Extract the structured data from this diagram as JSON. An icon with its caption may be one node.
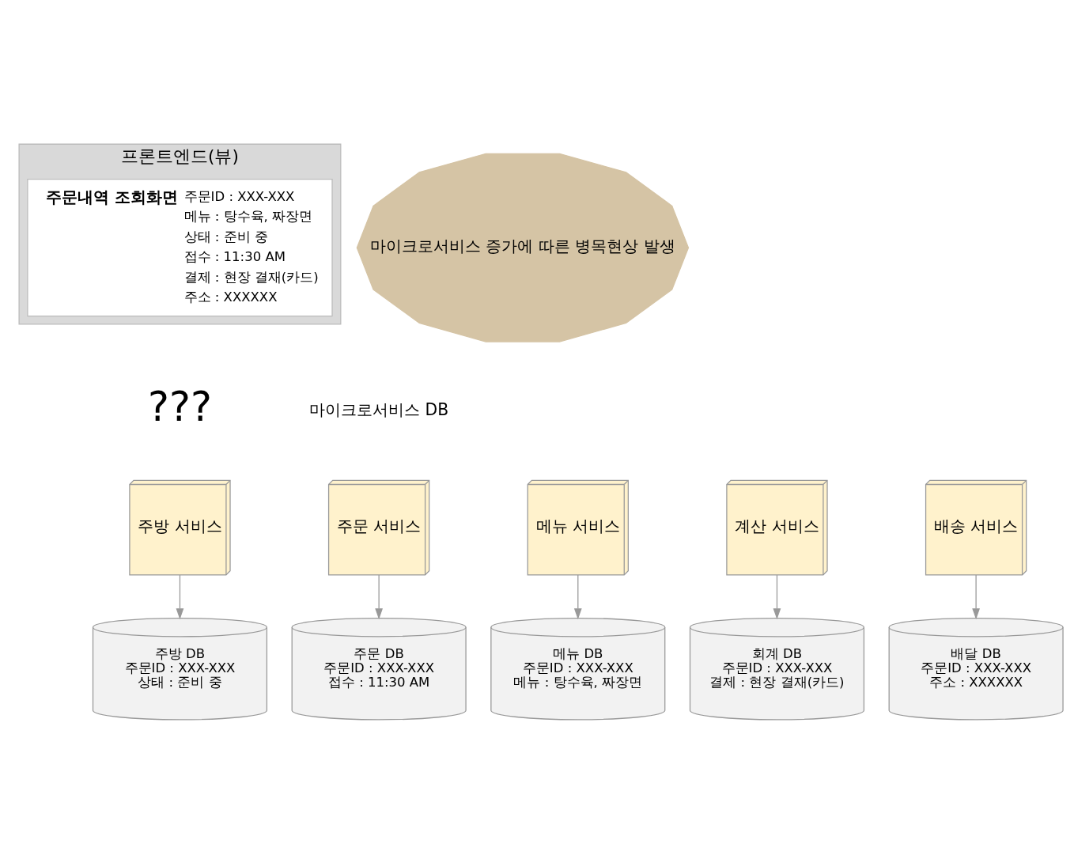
{
  "diagram": {
    "nodes": [
      {
        "text": [
          "프론트엔드(뷰)"
        ]
      },
      {
        "text": [
          "주문내역 조회화면",
          "주문ID : XXX-XXX",
          "메뉴 : 탕수육, 짜장면",
          "상태 : 준비 중",
          "접수 : 11:30 AM",
          "결제 : 현장 결재(카드)",
          "주소 : XXXXXX"
        ],
        "in": 0
      },
      {
        "text": [
          "마이크로서비스 증가에 따른 병목현상 발생"
        ]
      },
      {
        "text": [
          "주문 서비스"
        ]
      },
      {
        "text": [
          "메뉴 서비스"
        ]
      },
      {
        "text": [
          "주방 서비스"
        ]
      },
      {
        "text": [
          "계산 서비스"
        ]
      },
      {
        "text": [
          "배송 서비스"
        ]
      },
      {
        "text": [
          "주문 DB",
          "주문ID : XXX-XXX",
          "접수 : 11:30 AM"
        ]
      },
      {
        "text": [
          "메뉴 DB",
          "주문ID : XXX-XXX",
          "메뉴 : 탕수육, 짜장면"
        ]
      },
      {
        "text": [
          "주방 DB",
          "주문ID : XXX-XXX",
          "상태 : 준비 중"
        ]
      },
      {
        "text": [
          "회계 DB",
          "주문ID : XXX-XXX",
          "결제 : 현장 결재(카드)"
        ]
      },
      {
        "text": [
          "배달 DB",
          "주문ID : XXX-XXX",
          "주소 : XXXXXX"
        ]
      }
    ],
    "edges": [
      {
        "from": 3,
        "to": 8,
        "arrow": "to"
      },
      {
        "from": 4,
        "to": 9,
        "arrow": "to"
      },
      {
        "from": 5,
        "to": 10,
        "arrow": "to"
      },
      {
        "from": 6,
        "to": 11,
        "arrow": "to"
      },
      {
        "from": 7,
        "to": 12,
        "arrow": "to"
      }
    ],
    "labels": [
      "???",
      "마이크로서비스 DB"
    ]
  }
}
